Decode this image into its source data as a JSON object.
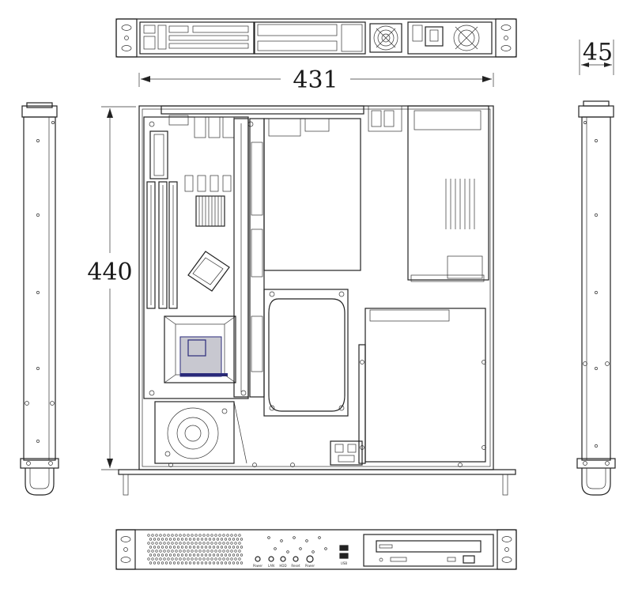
{
  "dimensions": {
    "width_label": "431",
    "depth_label": "440",
    "height_label": "45"
  },
  "front_panel": {
    "labels": [
      "Power",
      "LAN",
      "HDD",
      "Reset",
      "Power",
      "USB"
    ]
  },
  "colors": {
    "line": "#222222",
    "chipset_fill": "#c8c8d0",
    "chipset_accent": "#2a2a7a",
    "background": "#ffffff"
  }
}
